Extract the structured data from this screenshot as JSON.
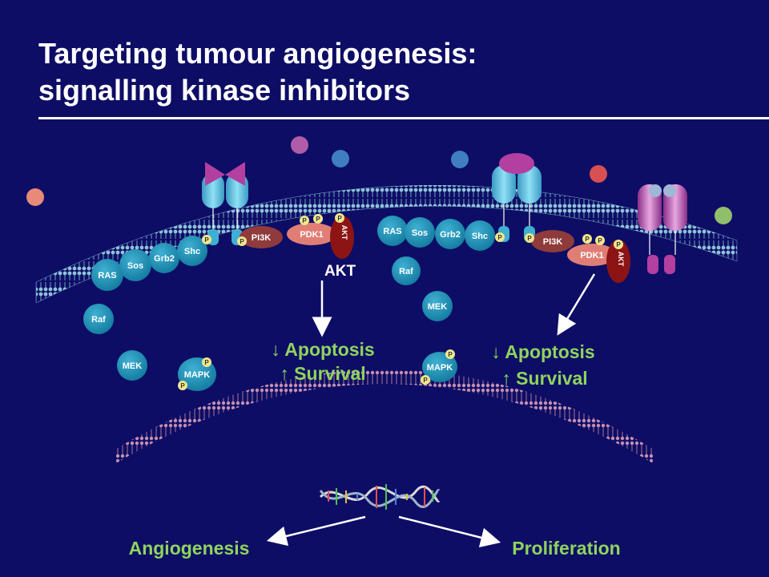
{
  "title": {
    "line1": "Targeting tumour angiogenesis:",
    "line2": "signalling kinase inhibitors"
  },
  "colors": {
    "background": "#0d0d66",
    "node_teal": "#1a87ac",
    "pi3k": "#8f3b3b",
    "pdk1": "#e07e76",
    "akt": "#8c1414",
    "text_green": "#8fd45c",
    "membrane": "#7fb3c9",
    "nuclear_membrane": "#b87a9b",
    "white": "#ffffff"
  },
  "left_pathway": {
    "ras": "RAS",
    "sos": "Sos",
    "grb2": "Grb2",
    "shc": "Shc",
    "raf": "Raf",
    "mek": "MEK",
    "mapk": "MAPK",
    "pi3k": "PI3K",
    "pdk1": "PDK1",
    "akt_small": "AKT",
    "akt_label": "AKT"
  },
  "right_pathway": {
    "ras": "RAS",
    "sos": "Sos",
    "grb2": "Grb2",
    "shc": "Shc",
    "raf": "Raf",
    "mek": "MEK",
    "mapk": "MAPK",
    "pi3k": "PI3K",
    "pdk1": "PDK1",
    "akt_small": "AKT"
  },
  "phospho": "P",
  "outcomes_left": {
    "line1": "↓ Apoptosis",
    "line2": "↑ Survival"
  },
  "outcomes_right": {
    "line1": "↓ Apoptosis",
    "line2": "↑ Survival"
  },
  "bottom": {
    "left": "Angiogenesis",
    "right": "Proliferation"
  }
}
